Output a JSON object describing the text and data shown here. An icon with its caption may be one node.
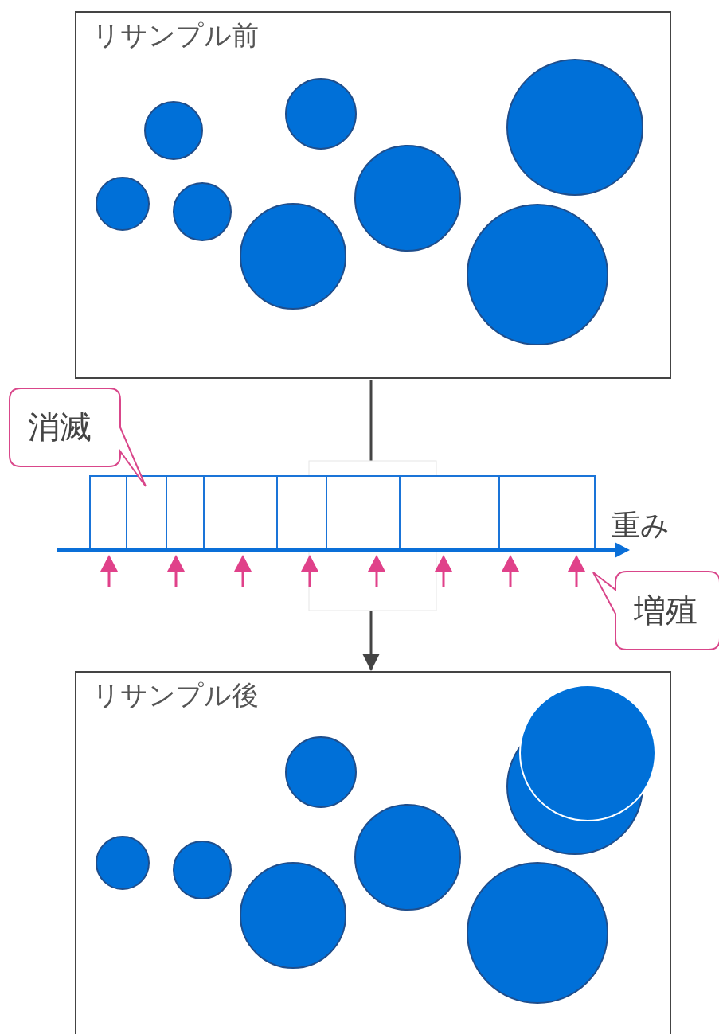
{
  "diagram": {
    "nodes": [
      {
        "text": [
          "リサンプル前"
        ]
      },
      {
        "text": [
          "消滅"
        ]
      },
      {
        "text": [
          "増殖"
        ]
      },
      {
        "text": [
          "リサンプル後"
        ]
      }
    ],
    "edges": [
      {
        "from": 0,
        "to": 3,
        "arrow": "to"
      }
    ],
    "labels": [
      "重み"
    ]
  }
}
